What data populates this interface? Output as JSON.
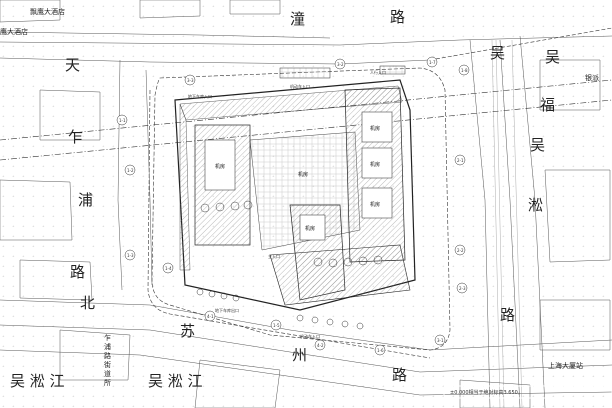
{
  "roads": {
    "tiantong": [
      "天",
      "潼",
      "路"
    ],
    "zhapu": [
      "乍",
      "浦",
      "路"
    ],
    "wusong_east": [
      "吴",
      "淞",
      "路"
    ],
    "suzhou": [
      "北",
      "苏",
      "州",
      "路"
    ],
    "wusongjiang": "吴 淞 江",
    "wu_top": [
      "吴",
      "吴"
    ],
    "fu": "福",
    "yin": "银派"
  },
  "landmarks": {
    "hotel": "飘鹰大酒店",
    "hotel_dup": "鹰大酒店",
    "zhapu_school": [
      "乍",
      "浦",
      "路",
      "街",
      "道",
      "所"
    ],
    "shanghai_mansion": "上海大厦站",
    "elevation_note": "±0.000相当于绝对标高3.650。"
  },
  "buildings": {
    "mid": "机房",
    "left_block": "机房",
    "right_block_a": "机房",
    "right_block_b": "机房",
    "right_block_c": "机房",
    "center_south": "机房"
  },
  "entrances": {
    "north_1": "地下车库入口",
    "north_2": "机动车入口",
    "north_3": "人行入口",
    "south_1": "地下车库出口",
    "south_2": "机动车入口",
    "center": "主入口"
  },
  "markers": [
    "1-1",
    "1-2",
    "1-3",
    "1-4",
    "1-5",
    "1-6",
    "1-7",
    "1-8",
    "2-1",
    "2-2",
    "2-3",
    "3-1",
    "3-2",
    "3-3",
    "4-1",
    "4-2"
  ]
}
